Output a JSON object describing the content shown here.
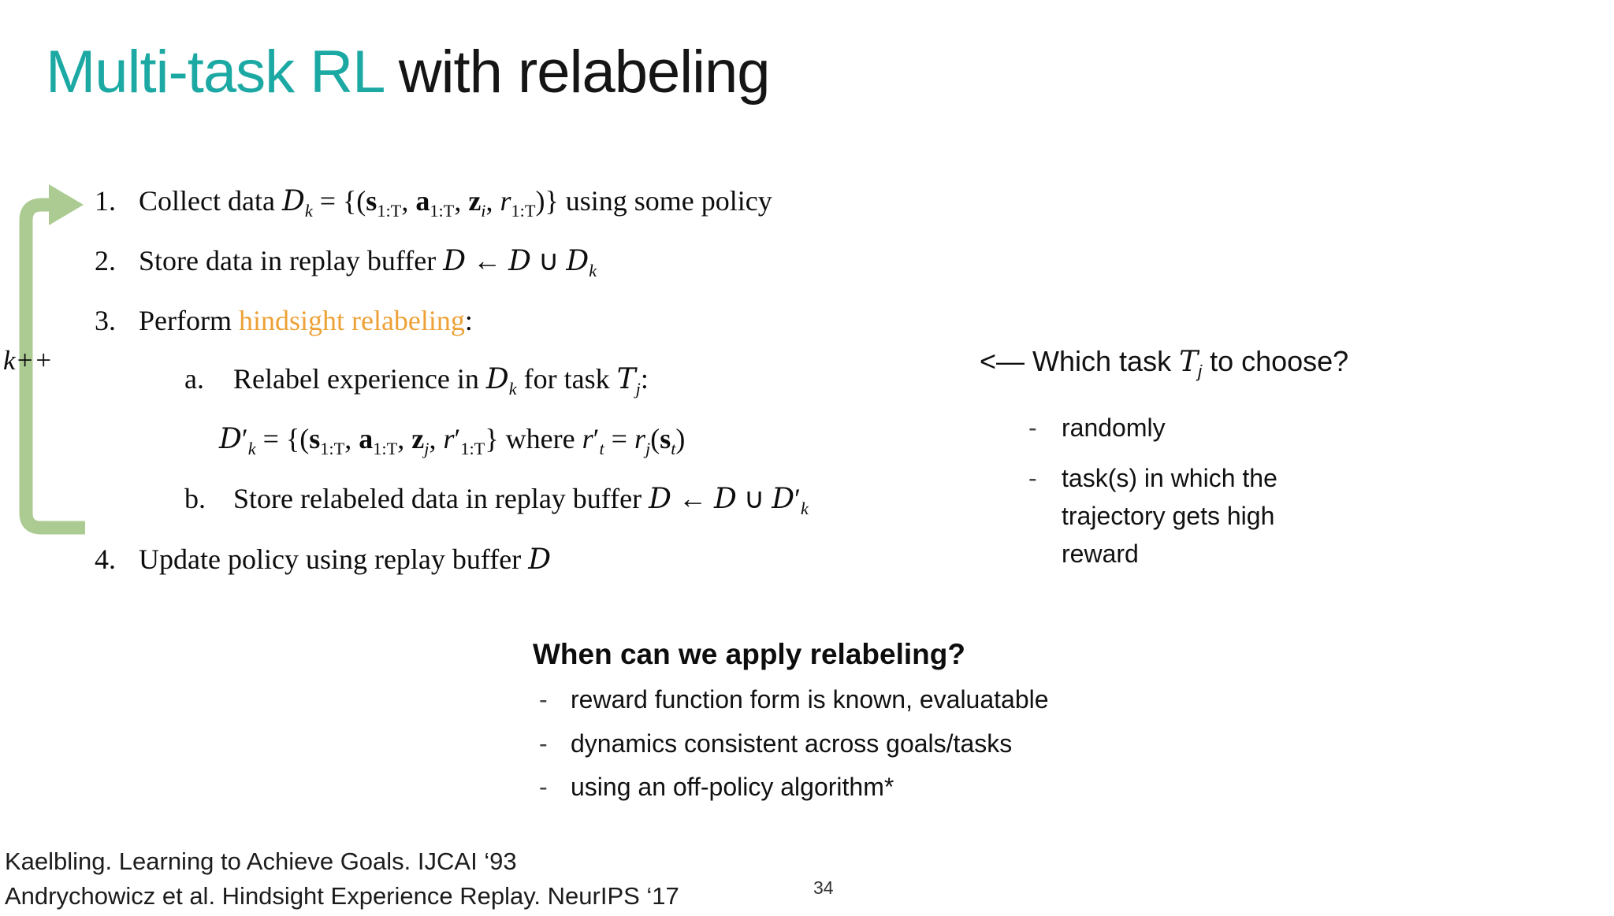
{
  "title": {
    "highlight": "Multi-task RL",
    "rest": " with relabeling"
  },
  "loop": {
    "label": "k++"
  },
  "colors": {
    "title_accent": "#1CA9A4",
    "relabel_orange": "#EDA137",
    "loop_arrow_green": "#A8C88D"
  },
  "misc": {
    "dash": "-"
  },
  "steps": {
    "s1": {
      "num": "1.",
      "segments": [
        {
          "t": "Collect data "
        },
        {
          "t": "D",
          "st": "cal"
        },
        {
          "t": "k",
          "st": "isub"
        },
        {
          "t": " = {("
        },
        {
          "t": "s",
          "st": "b"
        },
        {
          "t": "1:T",
          "st": "sub"
        },
        {
          "t": ", "
        },
        {
          "t": "a",
          "st": "b"
        },
        {
          "t": "1:T",
          "st": "sub"
        },
        {
          "t": ", "
        },
        {
          "t": "z",
          "st": "b"
        },
        {
          "t": "i",
          "st": "isub"
        },
        {
          "t": ", "
        },
        {
          "t": "r",
          "st": "i"
        },
        {
          "t": "1:T",
          "st": "sub"
        },
        {
          "t": ")} using some policy"
        }
      ]
    },
    "s2": {
      "num": "2.",
      "segments": [
        {
          "t": "Store data in replay buffer "
        },
        {
          "t": "D",
          "st": "cal"
        },
        {
          "t": " ← "
        },
        {
          "t": "D",
          "st": "cal"
        },
        {
          "t": " ∪ "
        },
        {
          "t": "D",
          "st": "cal"
        },
        {
          "t": "k",
          "st": "isub"
        }
      ]
    },
    "s3": {
      "num": "3.",
      "segments": [
        {
          "t": "Perform "
        },
        {
          "t": "hindsight relabeling",
          "st": "o"
        },
        {
          "t": ":"
        }
      ]
    },
    "s3a": {
      "num": "a.",
      "segments": [
        {
          "t": "Relabel experience in "
        },
        {
          "t": "D",
          "st": "cal"
        },
        {
          "t": "k",
          "st": "isub"
        },
        {
          "t": " for task "
        },
        {
          "t": "T",
          "st": "cal"
        },
        {
          "t": "j",
          "st": "isub"
        },
        {
          "t": ":"
        }
      ]
    },
    "s3a_formula": {
      "segments": [
        {
          "t": "D",
          "st": "cal"
        },
        {
          "t": "′"
        },
        {
          "t": "k",
          "st": "isub"
        },
        {
          "t": " = {("
        },
        {
          "t": "s",
          "st": "b"
        },
        {
          "t": "1:T",
          "st": "sub"
        },
        {
          "t": ", "
        },
        {
          "t": "a",
          "st": "b"
        },
        {
          "t": "1:T",
          "st": "sub"
        },
        {
          "t": ", "
        },
        {
          "t": "z",
          "st": "b"
        },
        {
          "t": "j",
          "st": "isub"
        },
        {
          "t": ", "
        },
        {
          "t": "r",
          "st": "i"
        },
        {
          "t": "′"
        },
        {
          "t": "1:T",
          "st": "sub"
        },
        {
          "t": "} where "
        },
        {
          "t": "r",
          "st": "i"
        },
        {
          "t": "′"
        },
        {
          "t": "t",
          "st": "isub"
        },
        {
          "t": " = "
        },
        {
          "t": "r",
          "st": "i"
        },
        {
          "t": "j",
          "st": "isub"
        },
        {
          "t": "("
        },
        {
          "t": "s",
          "st": "b"
        },
        {
          "t": "t",
          "st": "isub"
        },
        {
          "t": ")"
        }
      ]
    },
    "s3b": {
      "num": "b.",
      "segments": [
        {
          "t": "Store relabeled data in replay buffer "
        },
        {
          "t": "D",
          "st": "cal"
        },
        {
          "t": " ← "
        },
        {
          "t": "D",
          "st": "cal"
        },
        {
          "t": " ∪ "
        },
        {
          "t": "D",
          "st": "cal"
        },
        {
          "t": "′"
        },
        {
          "t": "k",
          "st": "isub"
        }
      ]
    },
    "s4": {
      "num": "4.",
      "segments": [
        {
          "t": "Update policy using replay buffer "
        },
        {
          "t": "D",
          "st": "cal"
        }
      ]
    }
  },
  "task_note": {
    "heading_segments": [
      {
        "t": "<— Which task "
      },
      {
        "t": "T",
        "st": "cal"
      },
      {
        "t": "j",
        "st": "isub"
      },
      {
        "t": " to choose?"
      }
    ],
    "items": [
      "randomly",
      "task(s) in which the trajectory gets high reward"
    ]
  },
  "apply": {
    "heading": "When can we apply relabeling?",
    "items": [
      "reward function form is known, evaluatable",
      "dynamics consistent across goals/tasks",
      "using an off-policy algorithm*"
    ]
  },
  "refs": {
    "items": [
      "Kaelbling. Learning to Achieve Goals. IJCAI ‘93",
      "Andrychowicz et al. Hindsight Experience Replay. NeurIPS ‘17"
    ]
  },
  "page_number": "34"
}
